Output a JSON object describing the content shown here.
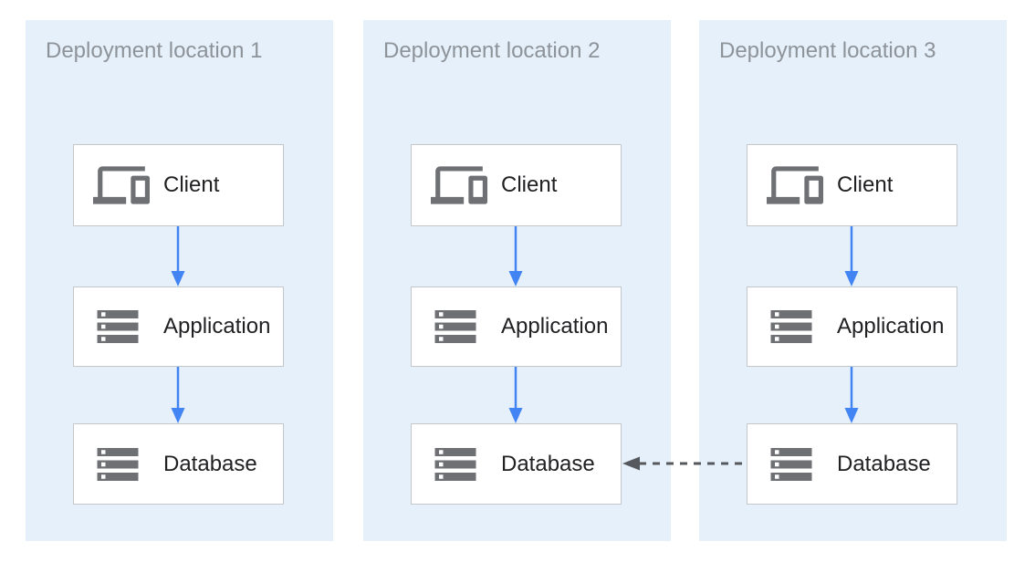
{
  "locations": [
    {
      "title": "Deployment location 1",
      "nodes": [
        {
          "label": "Client",
          "icon": "devices-icon"
        },
        {
          "label": "Application",
          "icon": "storage-icon"
        },
        {
          "label": "Database",
          "icon": "storage-icon"
        }
      ]
    },
    {
      "title": "Deployment location 2",
      "nodes": [
        {
          "label": "Client",
          "icon": "devices-icon"
        },
        {
          "label": "Application",
          "icon": "storage-icon"
        },
        {
          "label": "Database",
          "icon": "storage-icon"
        }
      ]
    },
    {
      "title": "Deployment location 3",
      "nodes": [
        {
          "label": "Client",
          "icon": "devices-icon"
        },
        {
          "label": "Application",
          "icon": "storage-icon"
        },
        {
          "label": "Database",
          "icon": "storage-icon"
        }
      ]
    }
  ],
  "edges": [
    {
      "from": "Client",
      "to": "Application",
      "style": "solid",
      "color": "#4284f4",
      "per_location": true
    },
    {
      "from": "Application",
      "to": "Database",
      "style": "solid",
      "color": "#4284f4",
      "per_location": true
    },
    {
      "from": "Database (Deployment location 3)",
      "to": "Database (Deployment location 2)",
      "style": "dashed",
      "color": "#55595d"
    }
  ],
  "colors": {
    "panel_background": "#e6f0fa",
    "flow_arrow_blue": "#4284f4",
    "replication_arrow_gray": "#55595d",
    "node_border": "#c3c7ca",
    "icon_gray": "#6e7073",
    "title_text": "#8d9398",
    "label_text": "#212124"
  }
}
